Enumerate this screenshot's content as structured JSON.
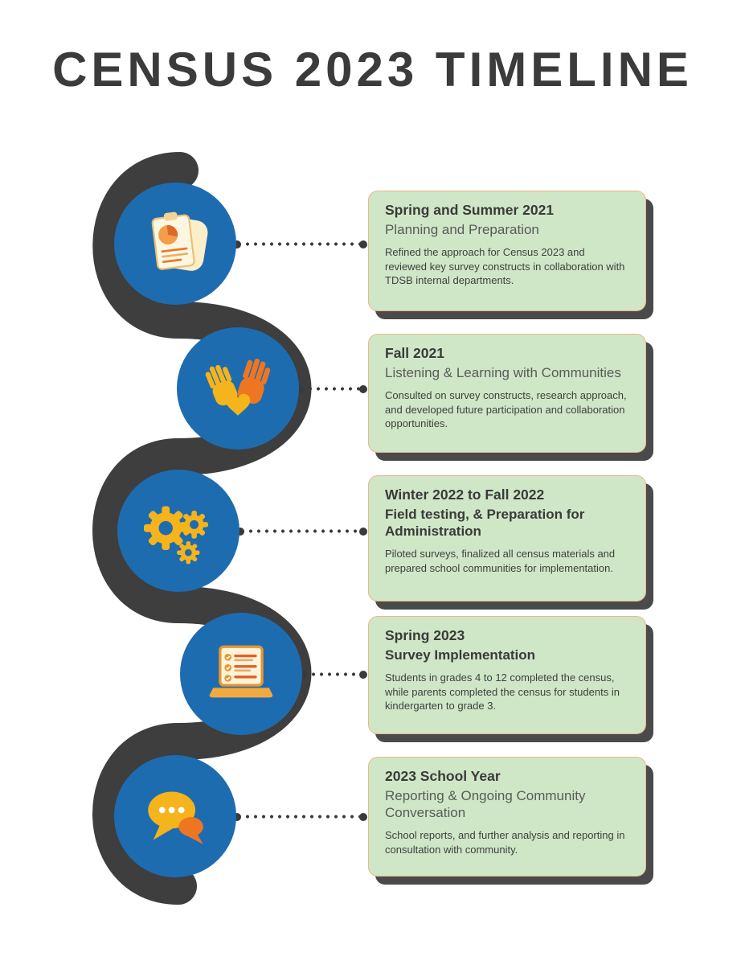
{
  "page": {
    "title": "CENSUS 2023 TIMELINE"
  },
  "timeline": {
    "items": [
      {
        "icon": "clipboard-pie-chart-icon",
        "date": "Spring and Summer 2021",
        "heading": "Planning and Preparation",
        "body": "Refined the approach for Census 2023 and reviewed key survey constructs in collaboration with TDSB internal departments."
      },
      {
        "icon": "hands-heart-icon",
        "date": "Fall 2021",
        "heading": "Listening & Learning with Communities",
        "body": "Consulted on survey constructs, research approach, and developed future participation and collaboration opportunities."
      },
      {
        "icon": "gears-icon",
        "date": "Winter 2022 to Fall 2022",
        "heading": "Field testing, & Preparation for Administration",
        "body": "Piloted surveys, finalized all census materials and prepared school communities for implementation."
      },
      {
        "icon": "laptop-checklist-icon",
        "date": "Spring 2023",
        "heading": "Survey Implementation",
        "body": "Students in grades 4 to 12 completed the census, while parents completed the census for students in kindergarten to grade 3."
      },
      {
        "icon": "speech-bubbles-icon",
        "date": "2023 School Year",
        "heading": "Reporting & Ongoing Community Conversation",
        "body": "School reports, and further analysis and reporting in consultation with community."
      }
    ]
  },
  "colors": {
    "background": "#ffffff",
    "title_text": "#3b3b3b",
    "timeline_path": "#3e3e3e",
    "node_blue": "#1e6cb0",
    "card_green": "#cfe7c6",
    "card_border": "#f0b48a",
    "card_shadow": "#4a4a4a",
    "accent_yellow": "#f5b31c",
    "accent_orange": "#ee7623",
    "accent_cream": "#fdf3d9",
    "body_text": "#3f3f3f"
  }
}
